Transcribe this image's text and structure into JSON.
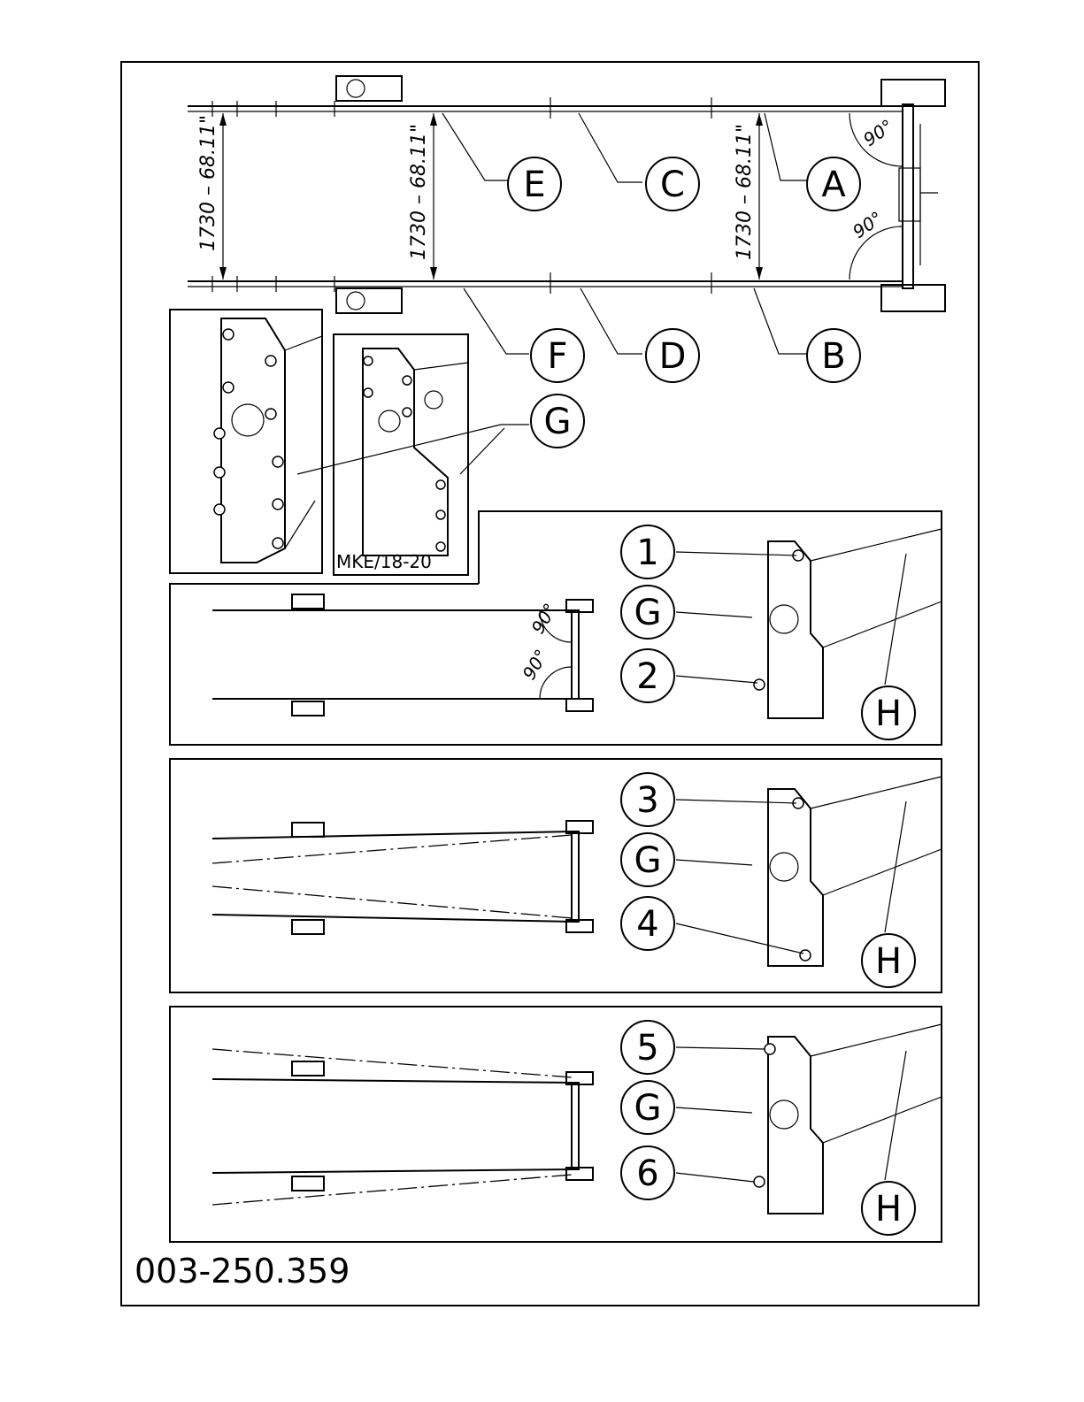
{
  "dimensions": {
    "width_left": "1730  –  68.11\"",
    "width_middle": "1730  –  68.11\"",
    "width_right": "1730  –  68.11\""
  },
  "angles": {
    "top_upper": "90°",
    "top_lower": "90°",
    "panel1_upper": "90°",
    "panel1_lower": "90°"
  },
  "callouts": {
    "A": "A",
    "B": "B",
    "C": "C",
    "D": "D",
    "E": "E",
    "F": "F",
    "G_detail": "G",
    "p1_bolt_top": "1",
    "p1_joint": "G",
    "p1_bolt_bottom": "2",
    "p1_hinge": "H",
    "p2_bolt_top": "3",
    "p2_joint": "G",
    "p2_bolt_bottom": "4",
    "p2_hinge": "H",
    "p3_bolt_top": "5",
    "p3_joint": "G",
    "p3_bolt_bottom": "6",
    "p3_hinge": "H"
  },
  "detail_label": "MKE/18-20",
  "drawing_number": "003-250.359"
}
